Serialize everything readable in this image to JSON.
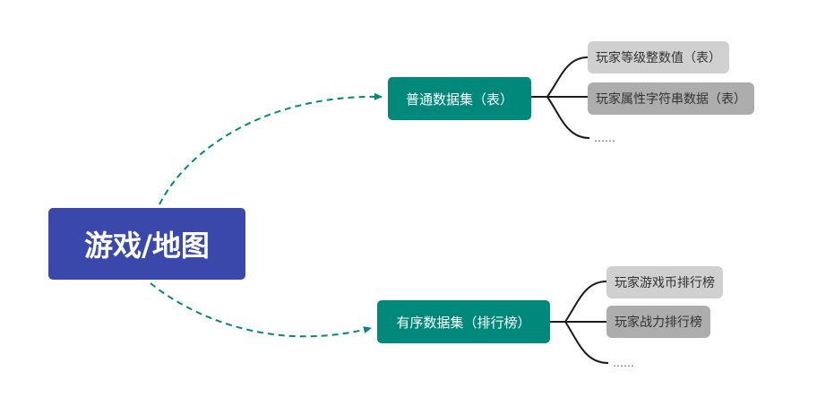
{
  "colors": {
    "root": "#3a48ac",
    "branch": "#00897b",
    "connector_dashed": "#00897b",
    "connector_solid": "#1a1a1a",
    "leaf_light": "#d0d0d0",
    "leaf_dark": "#adadad"
  },
  "root": {
    "label": "游戏/地图"
  },
  "branches": [
    {
      "label": "普通数据集（表）",
      "leaves": [
        "玩家等级整数值（表）",
        "玩家属性字符串数据（表）"
      ],
      "more": "……"
    },
    {
      "label": "有序数据集（排行榜）",
      "leaves": [
        "玩家游戏币排行榜",
        "玩家战力排行榜"
      ],
      "more": "……"
    }
  ]
}
